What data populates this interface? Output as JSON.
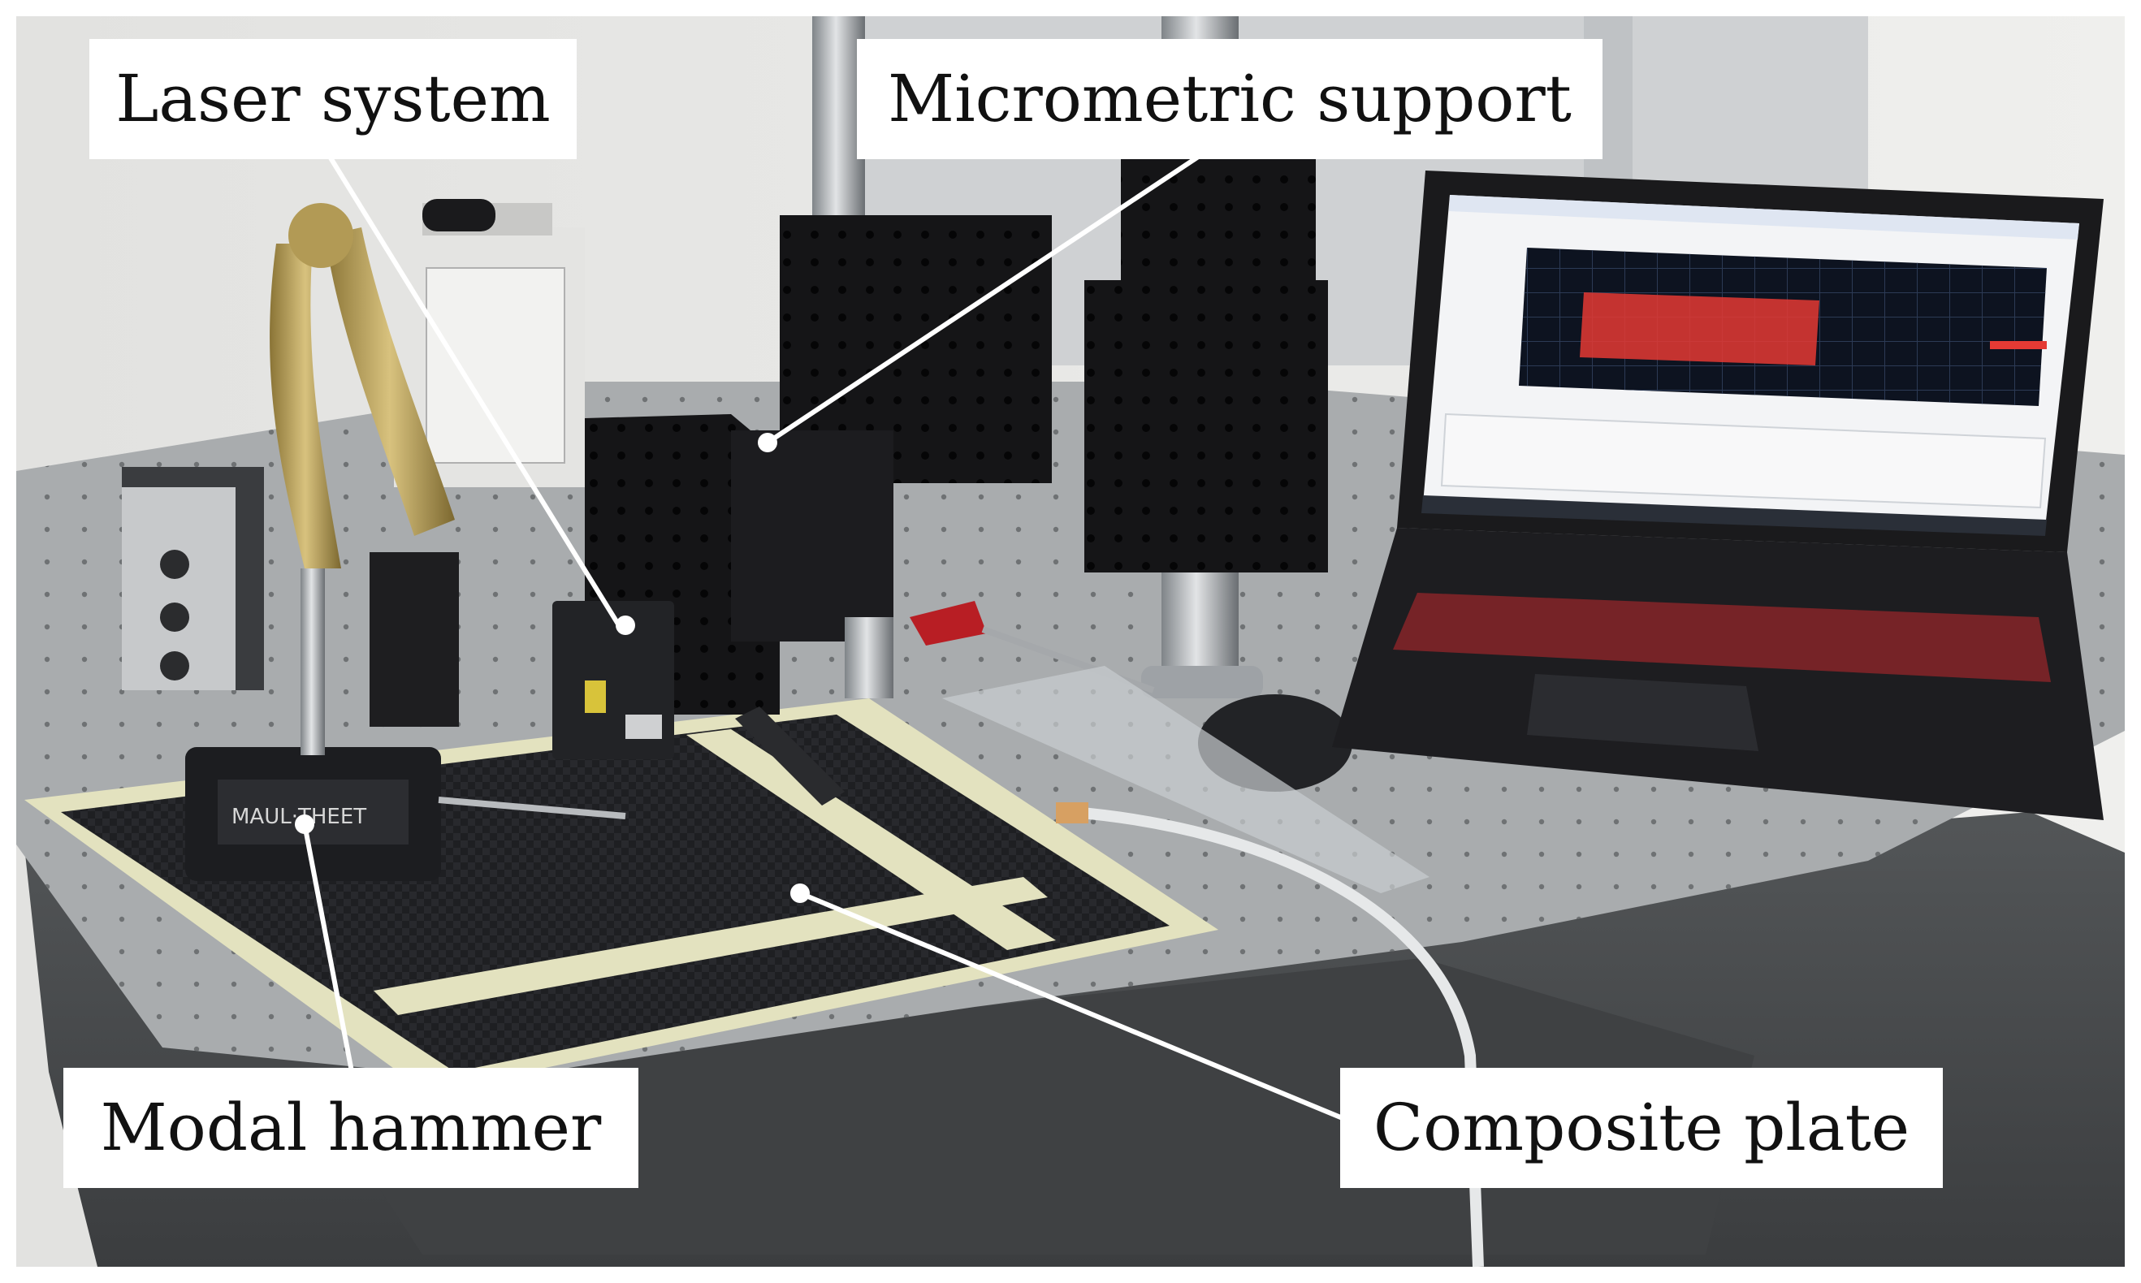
{
  "labels": {
    "laser_system": "Laser system",
    "micrometric_support": "Micrometric support",
    "modal_hammer": "Modal hammer",
    "composite_plate": "Composite plate"
  },
  "hammer_brand": "MAUL·THEET",
  "colors": {
    "background_wall": "#e8e8e6",
    "table_top": "#a9acae",
    "table_side": "#4a4c4e",
    "composite_plate": "#1e1f22",
    "masking_tape": "#e3e2bf",
    "laptop_body": "#1a1a1c",
    "keyboard_backlight": "#c0282d",
    "signal_trace": "#e53a34",
    "gold_arm": "#b29a55",
    "callout_line": "#ffffff",
    "label_box": "#ffffff",
    "label_text": "#111111"
  }
}
